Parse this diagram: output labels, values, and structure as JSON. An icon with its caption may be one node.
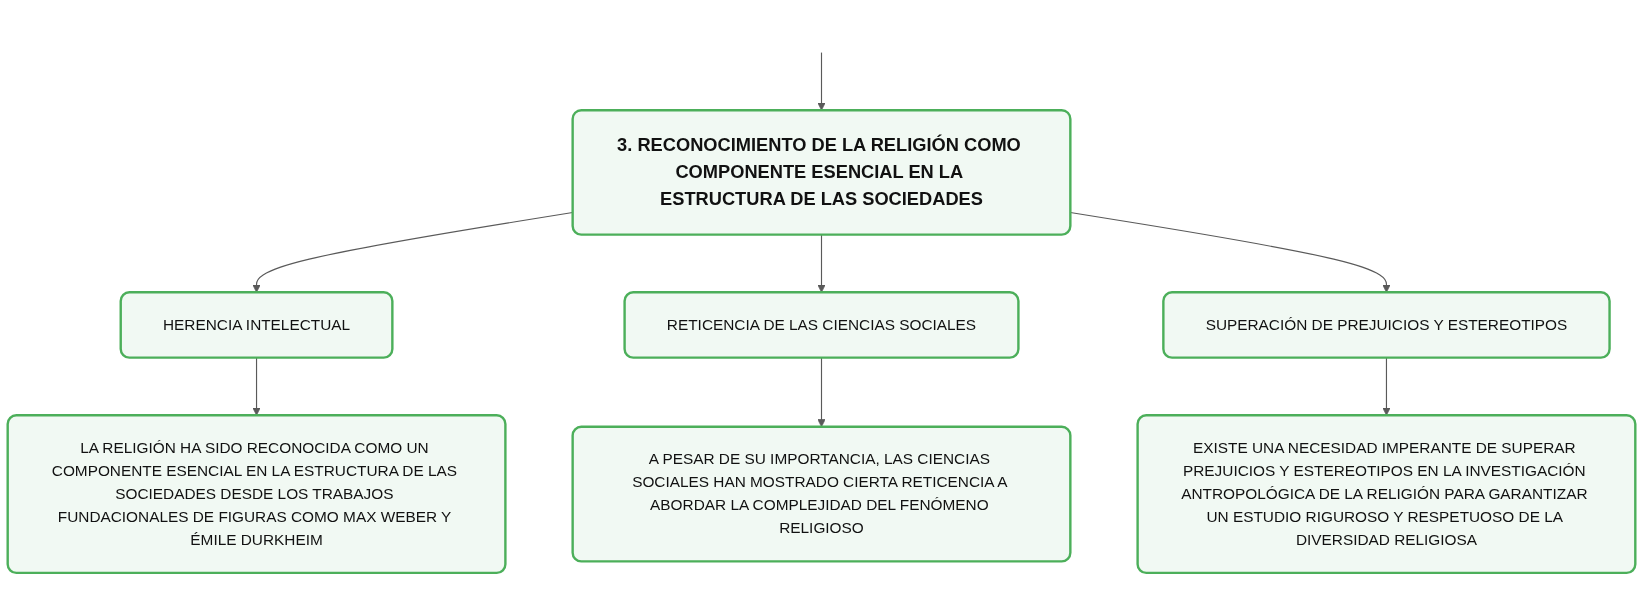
{
  "diagram": {
    "nodes": [
      {
        "text": [
          "3. RECONOCIMIENTO DE LA RELIGIÓN COMO COMPONENTE ESENCIAL EN LA ESTRUCTURA DE LAS SOCIEDADES"
        ]
      },
      {
        "text": [
          "HERENCIA INTELECTUAL"
        ]
      },
      {
        "text": [
          "RETICENCIA DE LAS CIENCIAS SOCIALES"
        ]
      },
      {
        "text": [
          "SUPERACIÓN DE PREJUICIOS Y ESTEREOTIPOS"
        ]
      },
      {
        "text": [
          "LA RELIGIÓN HA SIDO RECONOCIDA COMO UN COMPONENTE ESENCIAL EN LA ESTRUCTURA DE LAS SOCIEDADES DESDE LOS TRABAJOS FUNDACIONALES DE FIGURAS COMO MAX WEBER Y ÉMILE DURKHEIM"
        ]
      },
      {
        "text": [
          "A PESAR DE SU IMPORTANCIA, LAS CIENCIAS SOCIALES HAN MOSTRADO CIERTA RETICENCIA A ABORDAR LA COMPLEJIDAD DEL FENÓMENO RELIGIOSO"
        ]
      },
      {
        "text": [
          "EXISTE UNA NECESIDAD IMPERANTE DE SUPERAR PREJUICIOS Y ESTEREOTIPOS EN LA INVESTIGACIÓN ANTROPOLÓGICA DE LA RELIGIÓN PARA GARANTIZAR UN ESTUDIO RIGUROSO Y RESPETUOSO DE LA DIVERSIDAD RELIGIOSA"
        ]
      }
    ],
    "edges": [
      {
        "from": null,
        "to": 0,
        "arrow": "to"
      },
      {
        "from": 0,
        "to": 1,
        "arrow": "to"
      },
      {
        "from": 0,
        "to": 2,
        "arrow": "to"
      },
      {
        "from": 0,
        "to": 3,
        "arrow": "to"
      },
      {
        "from": 1,
        "to": 4,
        "arrow": "to"
      },
      {
        "from": 2,
        "to": 5,
        "arrow": "to"
      },
      {
        "from": 3,
        "to": 6,
        "arrow": "to"
      }
    ]
  }
}
